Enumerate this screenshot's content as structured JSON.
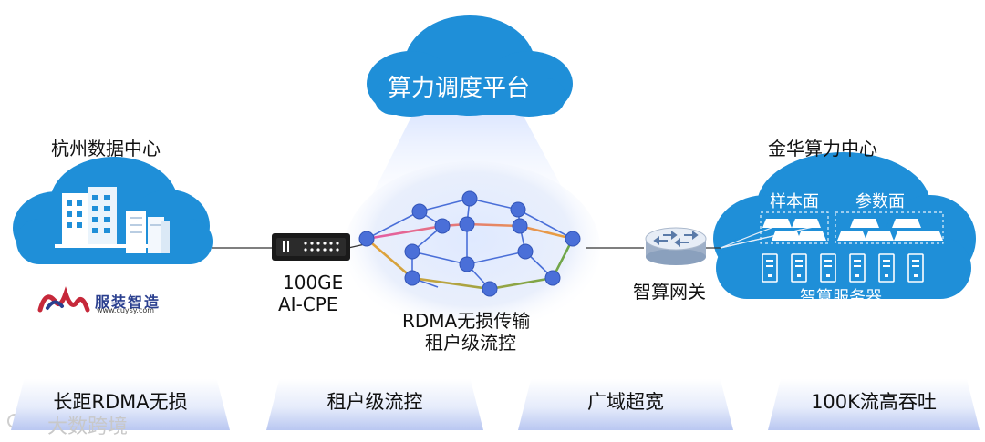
{
  "top_cloud": {
    "title": "算力调度平台"
  },
  "left_dc": {
    "title": "杭州数据中心",
    "logo_text": "服装智造",
    "logo_url_text": "www.cuysy.com"
  },
  "cpe": {
    "line1": "100GE",
    "line2": "AI-CPE"
  },
  "network": {
    "line1": "RDMA无损传输",
    "line2": "租户级流控"
  },
  "gateway": {
    "label": "智算网关"
  },
  "right_dc": {
    "title": "金华算力中心",
    "sample_plane": "样本面",
    "param_plane": "参数面",
    "servers_label": "智算服务器"
  },
  "features": [
    "长距RDMA无损",
    "租户级流控",
    "广域超宽",
    "100K流高吞吐"
  ],
  "watermark": "大数跨境",
  "colors": {
    "cloud_blue": "#1f8fd8",
    "node_blue": "#4a6fd8",
    "orange": "#e8a23a",
    "green": "#6aa64a",
    "pink": "#e45aa8"
  }
}
